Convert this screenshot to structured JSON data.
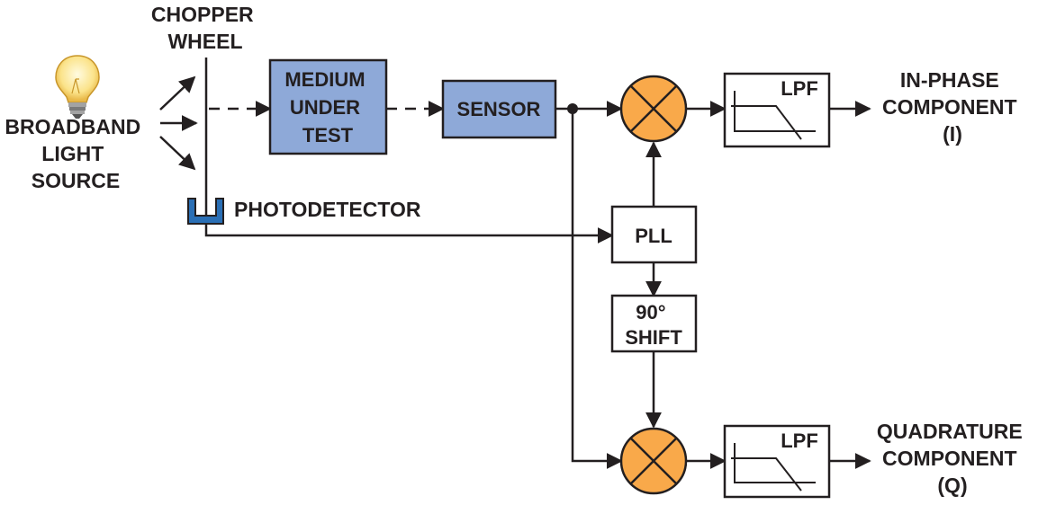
{
  "labels": {
    "light_source": [
      "BROADBAND",
      "LIGHT",
      "SOURCE"
    ],
    "chopper_wheel": [
      "CHOPPER",
      "WHEEL"
    ],
    "photodetector": "PHOTODETECTOR",
    "medium": [
      "MEDIUM",
      "UNDER",
      "TEST"
    ],
    "sensor": "SENSOR",
    "pll": "PLL",
    "phase_shift": [
      "90°",
      "SHIFT"
    ],
    "lpf_top": "LPF",
    "lpf_bottom": "LPF",
    "in_phase_output": [
      "IN-PHASE",
      "COMPONENT",
      "(I)"
    ],
    "quadrature_output": [
      "QUADRATURE",
      "COMPONENT",
      "(Q)"
    ]
  },
  "colors": {
    "block_fill": "#8ea9d8",
    "mixer_fill": "#f9a94a",
    "photodetector_fill": "#2a6fb5",
    "line": "#231f20"
  }
}
